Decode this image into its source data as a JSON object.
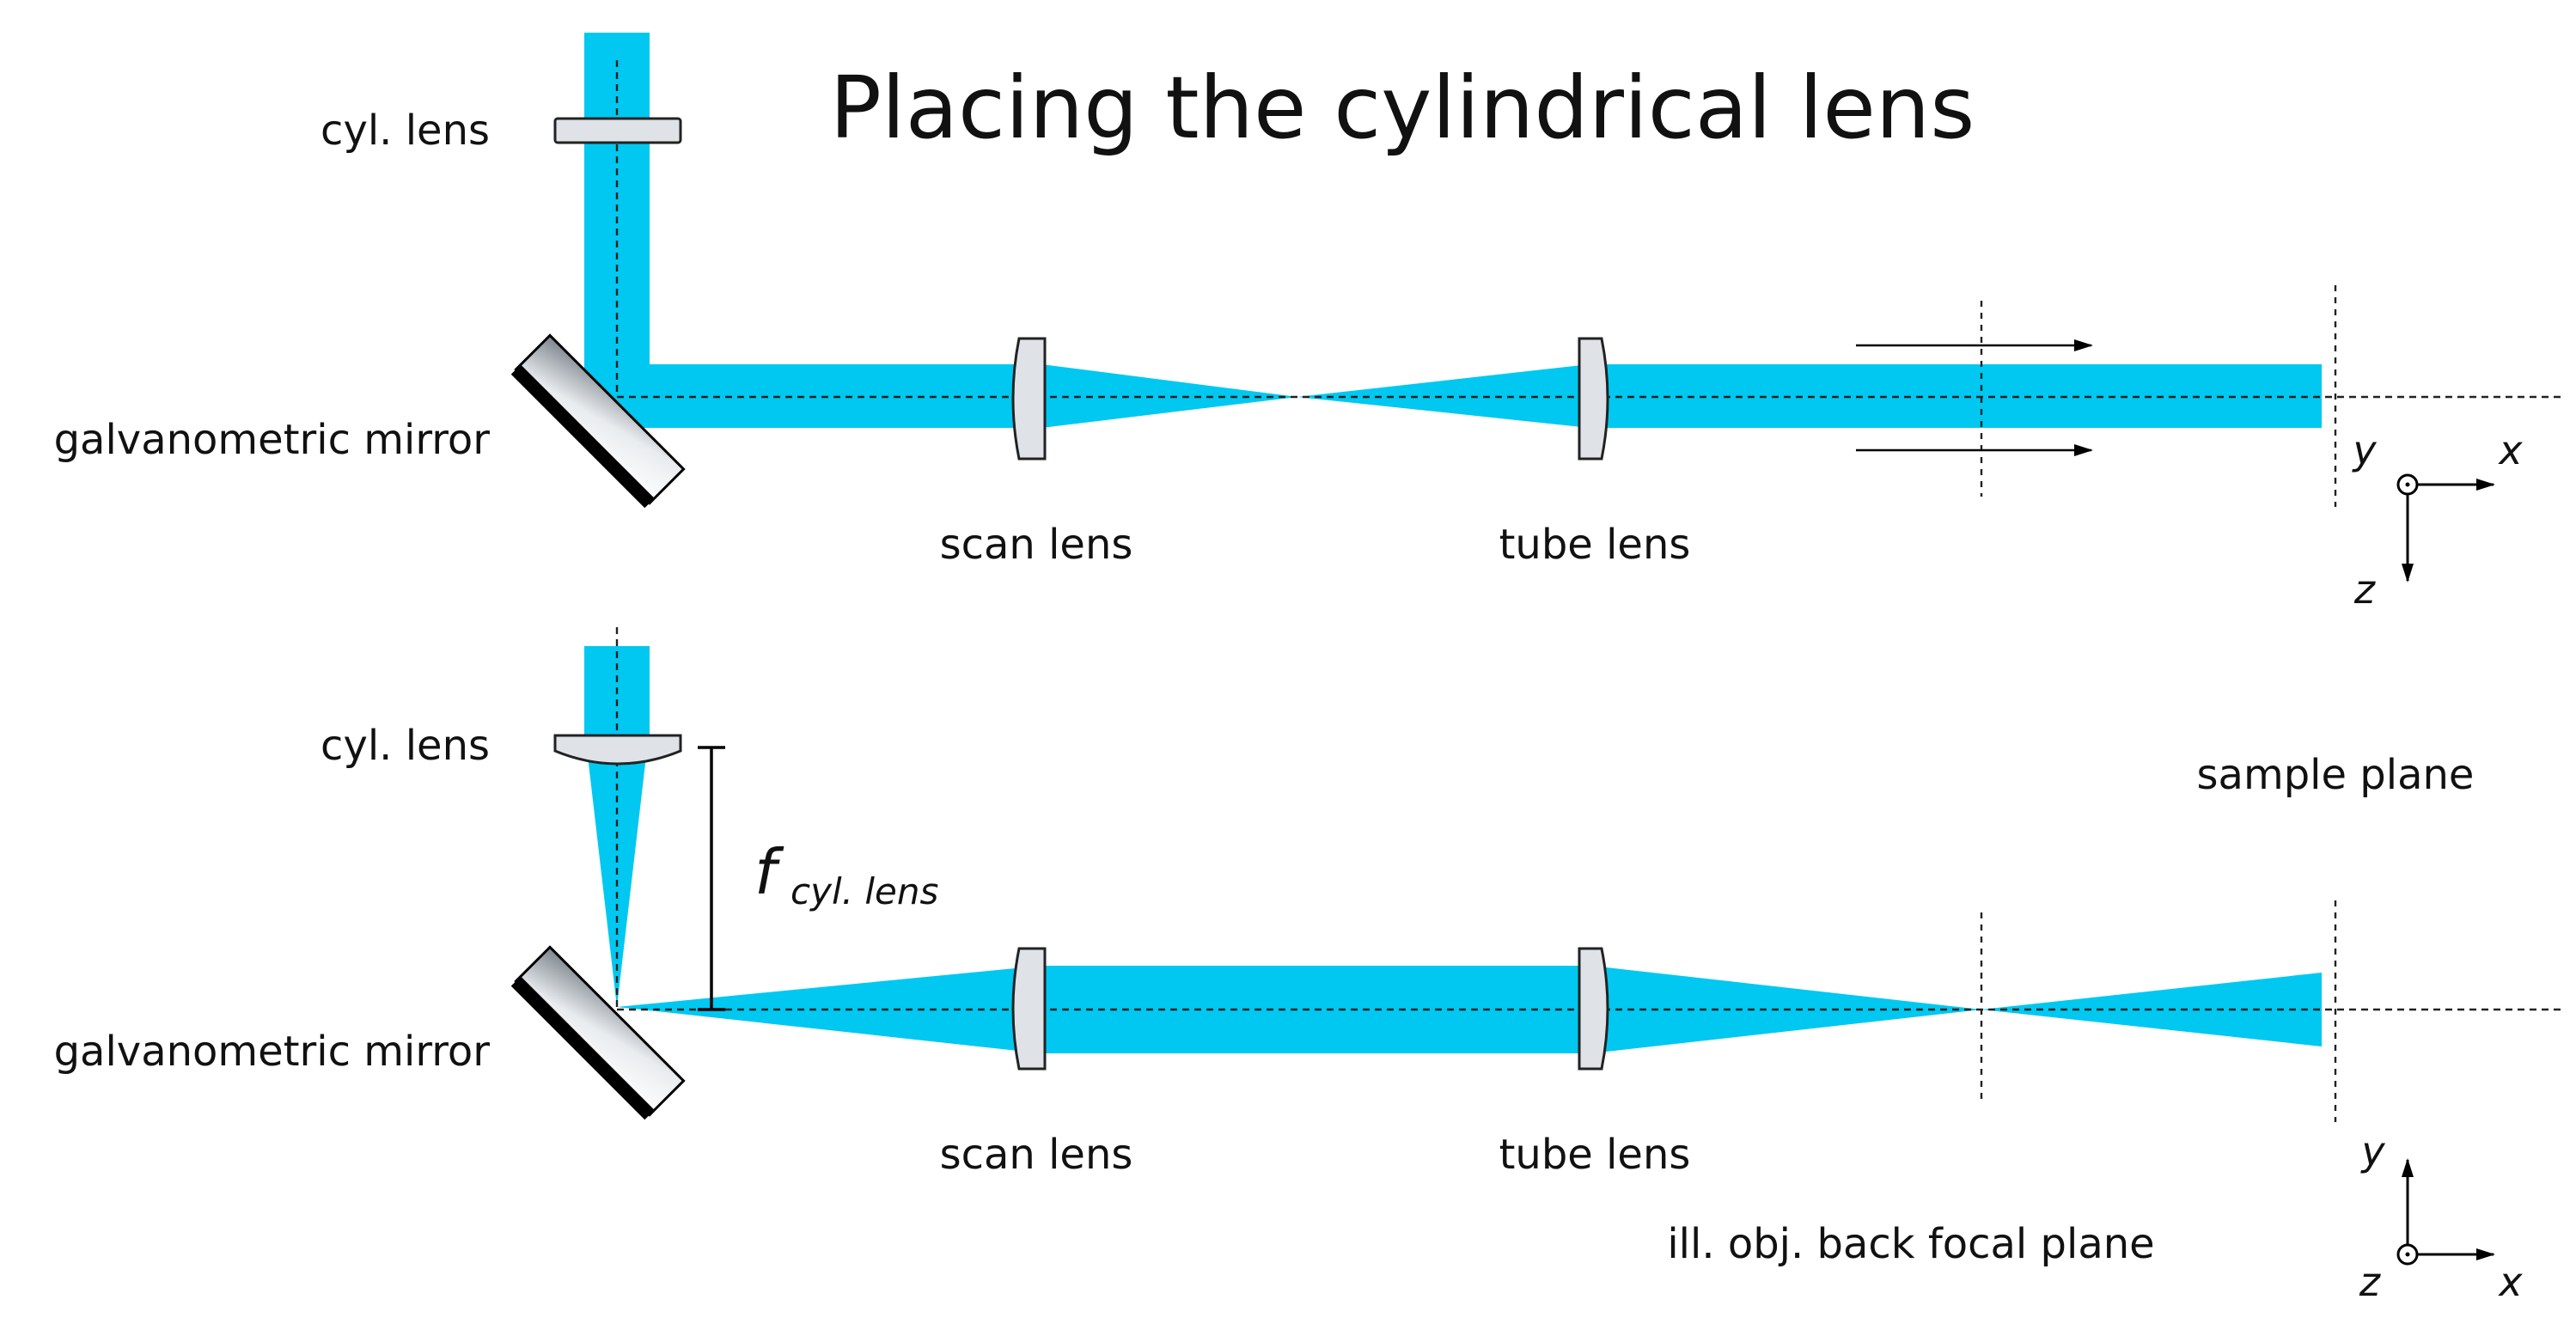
{
  "title": "Placing the cylindrical lens",
  "colors": {
    "beam": "#00c8f0",
    "lens_fill": "#dfe3e8",
    "mirror_front": "#c8ccd1",
    "mirror_back": "#000000"
  },
  "top_panel": {
    "cyl_lens_label": "cyl. lens",
    "mirror_label": "galvanometric mirror",
    "scan_lens_label": "scan lens",
    "tube_lens_label": "tube lens",
    "axes": {
      "first": "y",
      "second": "x",
      "third": "z"
    }
  },
  "bottom_panel": {
    "cyl_lens_label": "cyl. lens",
    "mirror_label": "galvanometric mirror",
    "scan_lens_label": "scan lens",
    "tube_lens_label": "tube lens",
    "focal_symbol": "f",
    "focal_subscript": "cyl. lens",
    "sample_plane_label": "sample plane",
    "back_focal_plane_label": "ill. obj. back focal plane",
    "axes": {
      "first": "y",
      "second": "x",
      "third": "z"
    }
  }
}
